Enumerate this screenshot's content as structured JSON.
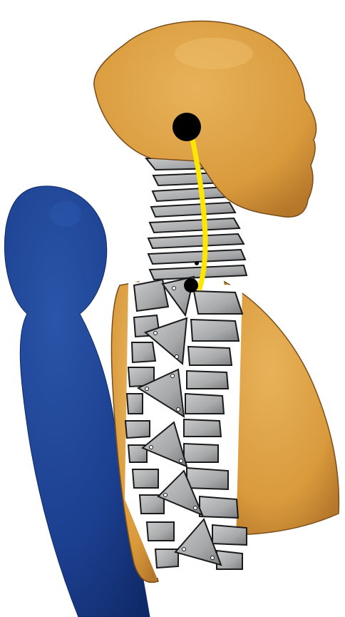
{
  "illustration": {
    "colors": {
      "seat": "#1c3f8f",
      "seat_shadow": "#0f2a68",
      "skin": "#d99a3c",
      "skin_shadow": "#b5772a",
      "skin_outline": "#7a4e1a",
      "vertebra": "#a7a9ab",
      "vertebra_dark": "#6f7173",
      "vertebra_outline": "#1a1a1a",
      "ligament_line": "#ffe600",
      "joint": "#000000"
    },
    "parts": [
      "seat-back",
      "headrest",
      "torso",
      "head",
      "cervical-spine",
      "thoracic-spine",
      "ligament-line",
      "upper-joint",
      "lower-joint"
    ]
  }
}
